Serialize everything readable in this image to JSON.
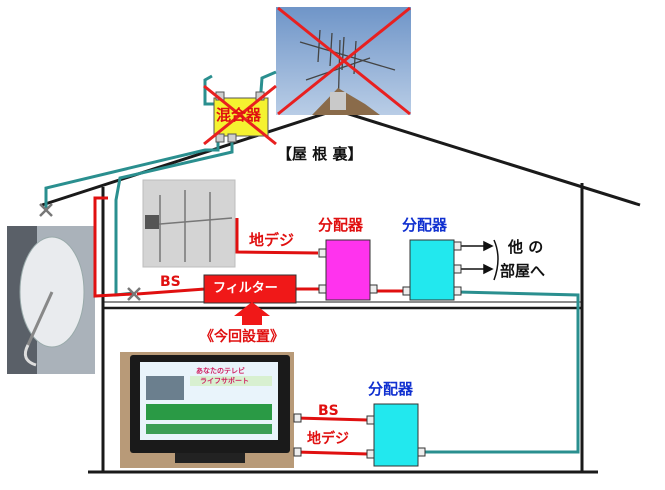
{
  "colors": {
    "red_cable": "#e01010",
    "teal_cable": "#2a8f8f",
    "splitter_magenta": "#ff33ee",
    "splitter_cyan": "#22e8ee",
    "filter_red": "#f01818",
    "mixer_yellow": "#f5f230",
    "cross_red": "#e82020",
    "house_line": "#1a1a1a"
  },
  "labels": {
    "attic": "【屋 根 裏】",
    "mixer": "混合器",
    "chideji_top": "地デジ",
    "bs_top": "BS",
    "filter": "フィルター",
    "new_install": "《今回設置》",
    "splitter_1": "分配器",
    "splitter_2": "分配器",
    "splitter_3": "分配器",
    "other_rooms_line1": "他 の",
    "other_rooms_line2": "部屋へ",
    "bs_bottom": "BS",
    "chideji_bottom": "地デジ"
  },
  "tv_screen": {
    "title_line1": "あなたのテレビ",
    "title_line2": "ライフサポート"
  },
  "icons": {
    "antenna_photo": "tv-antenna-photo",
    "indoor_antenna": "indoor-uhf-antenna-photo",
    "dish": "bs-satellite-dish-photo",
    "tv": "television-photo"
  }
}
